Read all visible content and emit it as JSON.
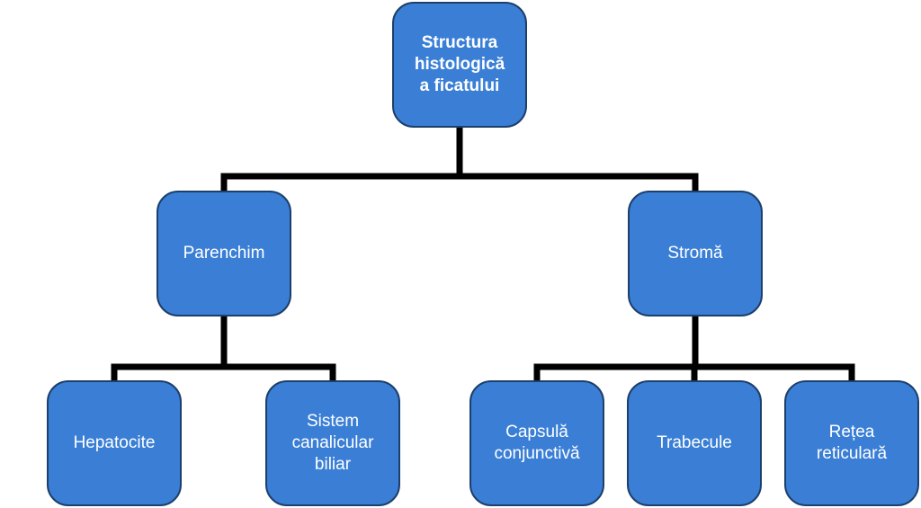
{
  "diagram": {
    "root": {
      "label": "Structura\nhistologică\na ficatului"
    },
    "parenchim": {
      "label": "Parenchim",
      "children": [
        {
          "label": "Hepatocite"
        },
        {
          "label": "Sistem\ncanalicular\nbiliar"
        }
      ]
    },
    "stroma": {
      "label": "Stromă",
      "children": [
        {
          "label": "Capsulă\nconjunctivă"
        },
        {
          "label": "Trabecule"
        },
        {
          "label": "Rețea\nreticulară"
        }
      ]
    }
  },
  "colors": {
    "node_fill": "#3a7fd5",
    "node_border": "#1c3f6b",
    "node_text": "#ffffff",
    "connector": "#000000"
  }
}
